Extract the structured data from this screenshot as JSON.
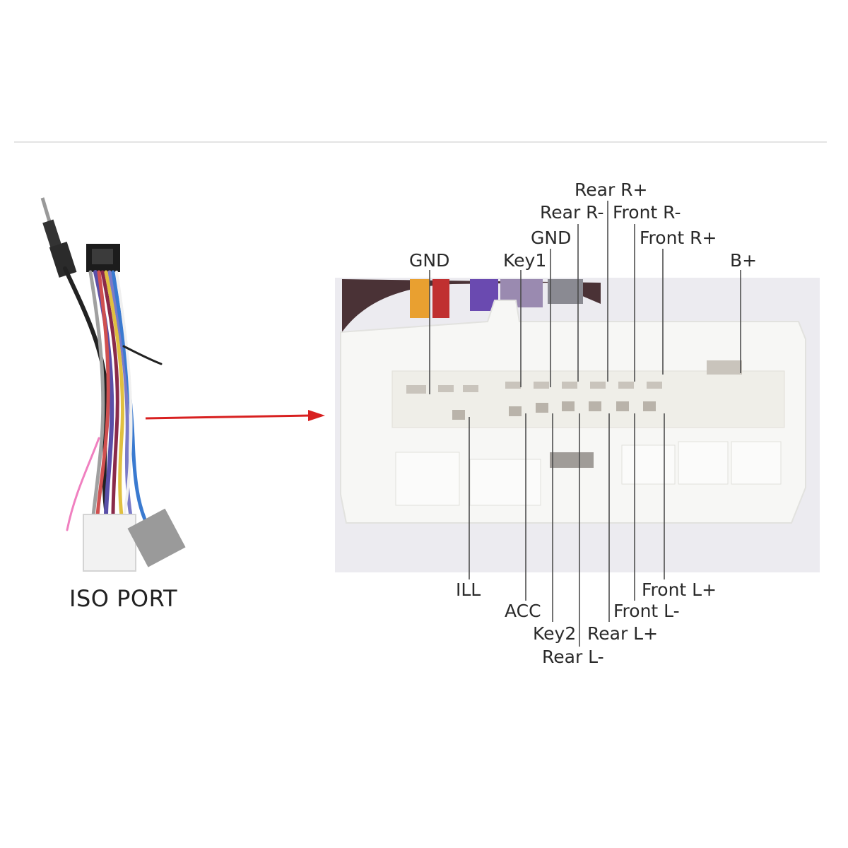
{
  "caption": "ISO PORT",
  "colors": {
    "arrow": "#d82020",
    "connector": "#f7f7f5",
    "leader_line": "#444444"
  },
  "pins_top": [
    {
      "id": "gnd-1",
      "label": "GND"
    },
    {
      "id": "key1",
      "label": "Key1"
    },
    {
      "id": "gnd-2",
      "label": "GND"
    },
    {
      "id": "rear-r-minus",
      "label": "Rear R-"
    },
    {
      "id": "rear-r-plus",
      "label": "Rear R+"
    },
    {
      "id": "front-r-minus",
      "label": "Front R-"
    },
    {
      "id": "front-r-plus",
      "label": "Front R+"
    },
    {
      "id": "b-plus",
      "label": "B+"
    }
  ],
  "pins_bottom": [
    {
      "id": "ill",
      "label": "ILL"
    },
    {
      "id": "acc",
      "label": "ACC"
    },
    {
      "id": "key2",
      "label": "Key2"
    },
    {
      "id": "rear-l-minus",
      "label": "Rear L-"
    },
    {
      "id": "rear-l-plus",
      "label": "Rear L+"
    },
    {
      "id": "front-l-minus",
      "label": "Front L-"
    },
    {
      "id": "front-l-plus",
      "label": "Front L+"
    }
  ]
}
